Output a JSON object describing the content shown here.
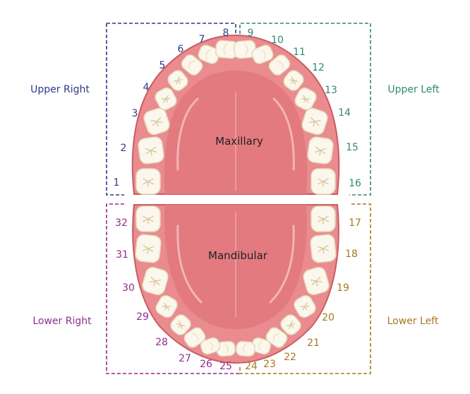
{
  "colors": {
    "upper_right": "#2e3a86",
    "upper_left": "#2f8a6f",
    "lower_right": "#8e2f8c",
    "lower_left": "#a8781f",
    "gum": "#e98b8f",
    "gum_dark": "#c95c63",
    "palate": "#e27a80",
    "tooth": "#fbf7ec",
    "tooth_edge": "#e6d9b8",
    "text": "#222222"
  },
  "quadrants": {
    "upper_right": {
      "label": "Upper Right",
      "numbers": [
        "1",
        "2",
        "3",
        "4",
        "5",
        "6",
        "7",
        "8"
      ]
    },
    "upper_left": {
      "label": "Upper Left",
      "numbers": [
        "9",
        "10",
        "11",
        "12",
        "13",
        "14",
        "15",
        "16"
      ]
    },
    "lower_left": {
      "label": "Lower Left",
      "numbers": [
        "17",
        "18",
        "19",
        "20",
        "21",
        "22",
        "23",
        "24"
      ]
    },
    "lower_right": {
      "label": "Lower Right",
      "numbers": [
        "25",
        "26",
        "27",
        "28",
        "29",
        "30",
        "31",
        "32"
      ]
    }
  },
  "arches": {
    "upper": {
      "label": "Maxillary"
    },
    "lower": {
      "label": "Mandibular"
    }
  }
}
